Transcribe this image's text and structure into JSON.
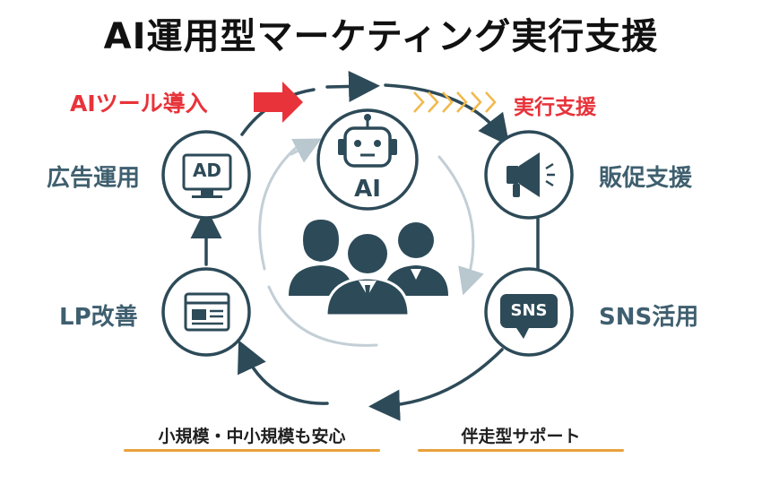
{
  "title": "AI運用型マーケティング実行支援",
  "intro_label": "AIツール導入",
  "execution_label": "実行支援",
  "center_ai_label": "AI",
  "nodes": {
    "ad": {
      "label": "広告運用",
      "icon_text": "AD"
    },
    "promo": {
      "label": "販促支援"
    },
    "sns": {
      "label": "SNS活用",
      "icon_text": "SNS"
    },
    "lp": {
      "label": "LP改善"
    }
  },
  "bottom": {
    "left": "小規模・中小規模も安心",
    "right": "伴走型サポート"
  },
  "colors": {
    "accent_red": "#e8333a",
    "dark_navy": "#2d4a58",
    "chevron_orange": "#f2b84b",
    "underline_orange": "#e8a13a"
  }
}
